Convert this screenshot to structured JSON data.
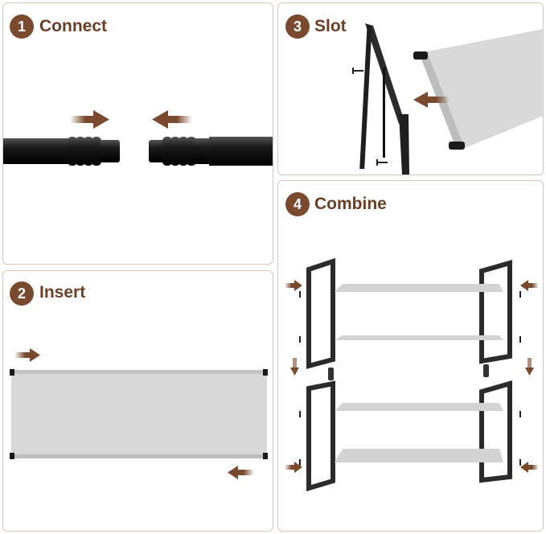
{
  "steps": [
    {
      "number": "1",
      "title": "Connect"
    },
    {
      "number": "2",
      "title": "Insert"
    },
    {
      "number": "3",
      "title": "Slot"
    },
    {
      "number": "4",
      "title": "Combine"
    }
  ],
  "colors": {
    "accent": "#7a4a2f",
    "frame": "#2b2b2b",
    "shelf": "#d9d9d9",
    "border": "#d9c7b8"
  }
}
